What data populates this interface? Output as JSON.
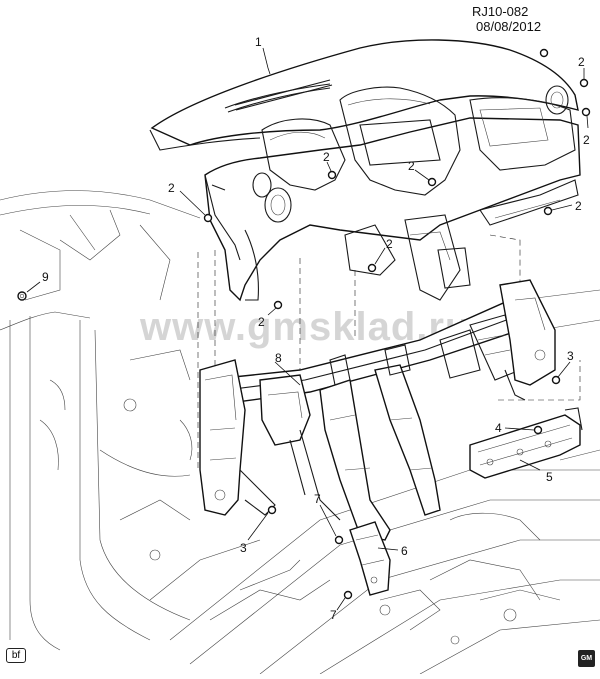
{
  "header": {
    "diagram_code": "RJ10-082",
    "date": "08/08/2012"
  },
  "watermark": "www.gmsklad.ru",
  "footer": {
    "corner_tag": "bf",
    "brand_logo_text": "GM"
  },
  "callouts": {
    "c1": "1",
    "c2a": "2",
    "c2b": "2",
    "c2c": "2",
    "c2d": "2",
    "c2e": "2",
    "c2f": "2",
    "c2g": "2",
    "c2h": "2",
    "c3a": "3",
    "c3b": "3",
    "c4": "4",
    "c5": "5",
    "c6": "6",
    "c7a": "7",
    "c7b": "7",
    "c8": "8",
    "c9": "9"
  }
}
